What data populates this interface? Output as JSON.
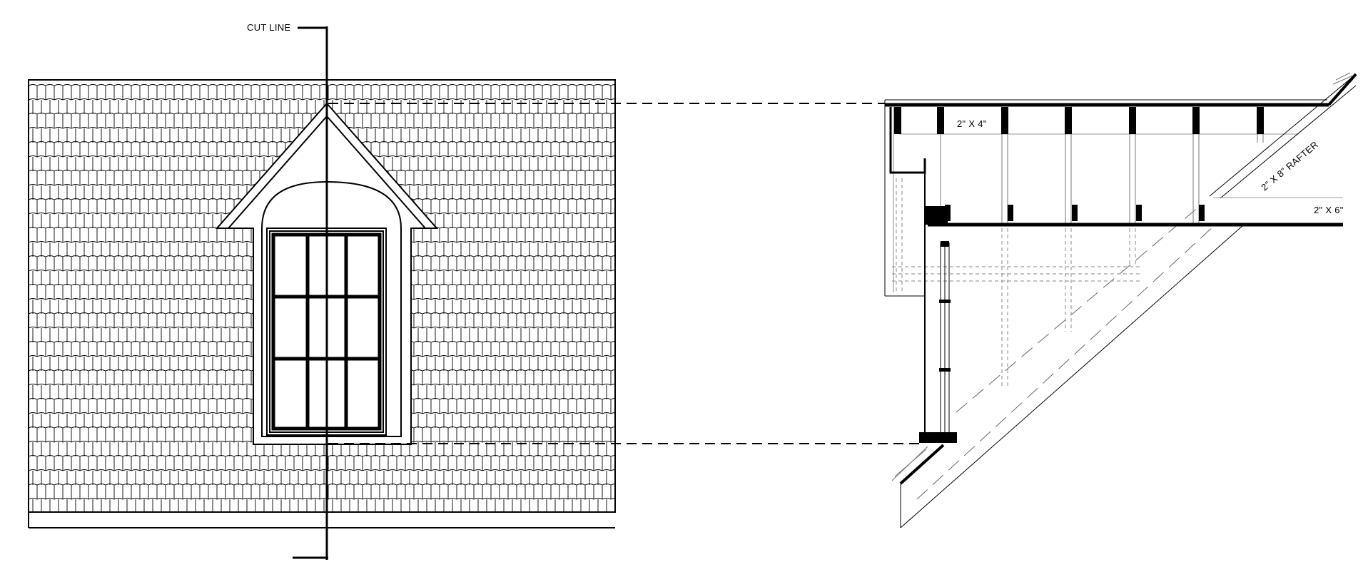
{
  "labels": {
    "cut_line": "CUT LINE",
    "stud_size": "2\" X 4\"",
    "rafter_size": "2\" X 8\" RAFTER",
    "joist_size": "2\" X 6\""
  },
  "colors": {
    "ink": "#000000",
    "light_line": "#9a9a9a",
    "background": "#ffffff"
  }
}
